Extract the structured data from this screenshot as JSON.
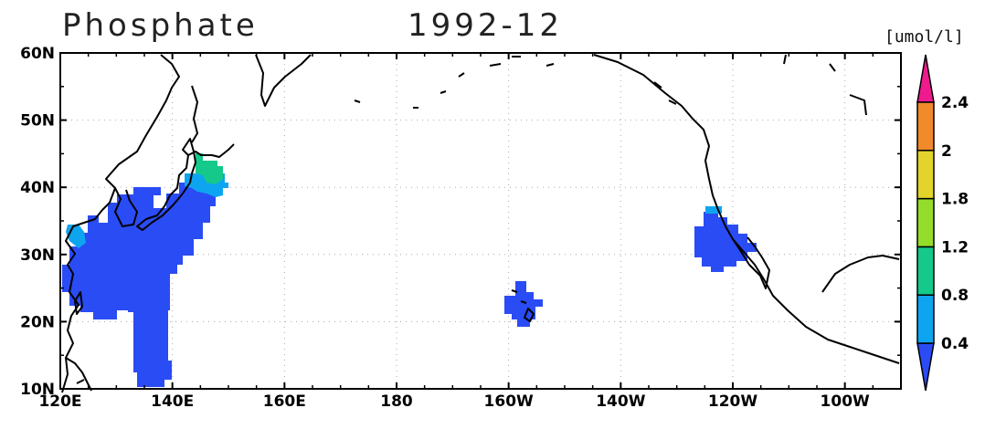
{
  "header": {
    "variable": "Phosphate",
    "date": "1992-12",
    "units": "[umol/l]"
  },
  "map": {
    "lon_range": [
      120,
      270
    ],
    "lat_range": [
      10,
      60
    ],
    "lon_ticks": [
      {
        "value": 120,
        "label": "120E"
      },
      {
        "value": 140,
        "label": "140E"
      },
      {
        "value": 160,
        "label": "160E"
      },
      {
        "value": 180,
        "label": "180"
      },
      {
        "value": 200,
        "label": "160W"
      },
      {
        "value": 220,
        "label": "140W"
      },
      {
        "value": 240,
        "label": "120W"
      },
      {
        "value": 260,
        "label": "100W"
      }
    ],
    "lat_ticks": [
      {
        "value": 10,
        "label": "10N"
      },
      {
        "value": 20,
        "label": "20N"
      },
      {
        "value": 30,
        "label": "30N"
      },
      {
        "value": 40,
        "label": "40N"
      },
      {
        "value": 50,
        "label": "50N"
      },
      {
        "value": 60,
        "label": "60N"
      }
    ],
    "grid": "dotted"
  },
  "colorbar": {
    "levels": [
      "0.4",
      "0.8",
      "1.2",
      "1.8",
      "2",
      "2.4"
    ],
    "colors": [
      "#2a4cf5",
      "#0ea5f0",
      "#14c98a",
      "#95dd2a",
      "#e3d42c",
      "#f08a2a",
      "#ef1a8e"
    ]
  }
}
